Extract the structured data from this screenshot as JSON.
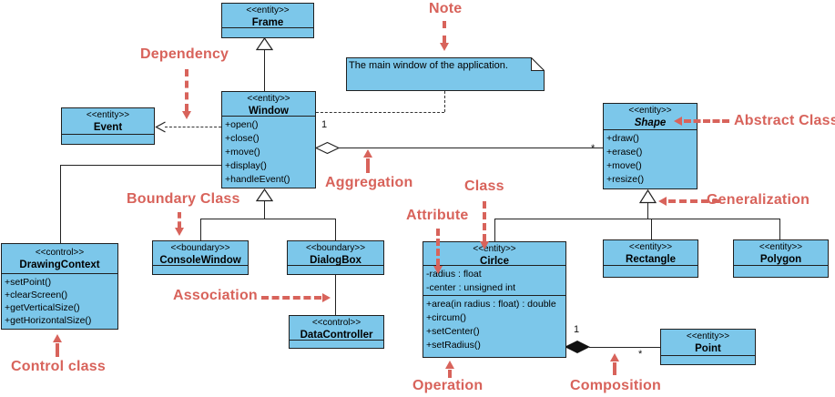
{
  "colors": {
    "class_fill": "#7cc7ea",
    "border": "#1f1f1f",
    "annotation_red": "#d8635b"
  },
  "classes": {
    "frame": {
      "stereotype": "<<entity>>",
      "name": "Frame"
    },
    "window": {
      "stereotype": "<<entity>>",
      "name": "Window",
      "methods": [
        "+open()",
        "+close()",
        "+move()",
        "+display()",
        "+handleEvent()"
      ]
    },
    "event": {
      "stereotype": "<<entity>>",
      "name": "Event"
    },
    "shape": {
      "stereotype": "<<entity>>",
      "name": "Shape",
      "methods": [
        "+draw()",
        "+erase()",
        "+move()",
        "+resize()"
      ]
    },
    "drawing_context": {
      "stereotype": "<<control>>",
      "name": "DrawingContext",
      "methods": [
        "+setPoint()",
        "+clearScreen()",
        "+getVerticalSize()",
        "+getHorizontalSize()"
      ]
    },
    "console_window": {
      "stereotype": "<<boundary>>",
      "name": "ConsoleWindow"
    },
    "dialog_box": {
      "stereotype": "<<boundary>>",
      "name": "DialogBox"
    },
    "data_controller": {
      "stereotype": "<<control>>",
      "name": "DataController"
    },
    "circle": {
      "stereotype": "<<entity>>",
      "name": "Cirlce",
      "attributes": [
        "-radius : float",
        "-center : unsigned int"
      ],
      "methods": [
        "+area(in radius : float) : double",
        "+circum()",
        "+setCenter()",
        "+setRadius()"
      ]
    },
    "rectangle": {
      "stereotype": "<<entity>>",
      "name": "Rectangle"
    },
    "polygon": {
      "stereotype": "<<entity>>",
      "name": "Polygon"
    },
    "point": {
      "stereotype": "<<entity>>",
      "name": "Point"
    }
  },
  "note": {
    "text": "The main window of the application."
  },
  "multiplicities": {
    "aggregation_one": "1",
    "aggregation_many": "*",
    "composition_one": "1",
    "composition_many": "*"
  },
  "annotations": {
    "note": "Note",
    "dependency": "Dependency",
    "abstract_class": "Abstract Class",
    "aggregation": "Aggregation",
    "boundary_class": "Boundary Class",
    "class_label": "Class",
    "attribute": "Attribute",
    "generalization": "Generalization",
    "association": "Association",
    "control_class": "Control class",
    "operation": "Operation",
    "composition": "Composition"
  }
}
